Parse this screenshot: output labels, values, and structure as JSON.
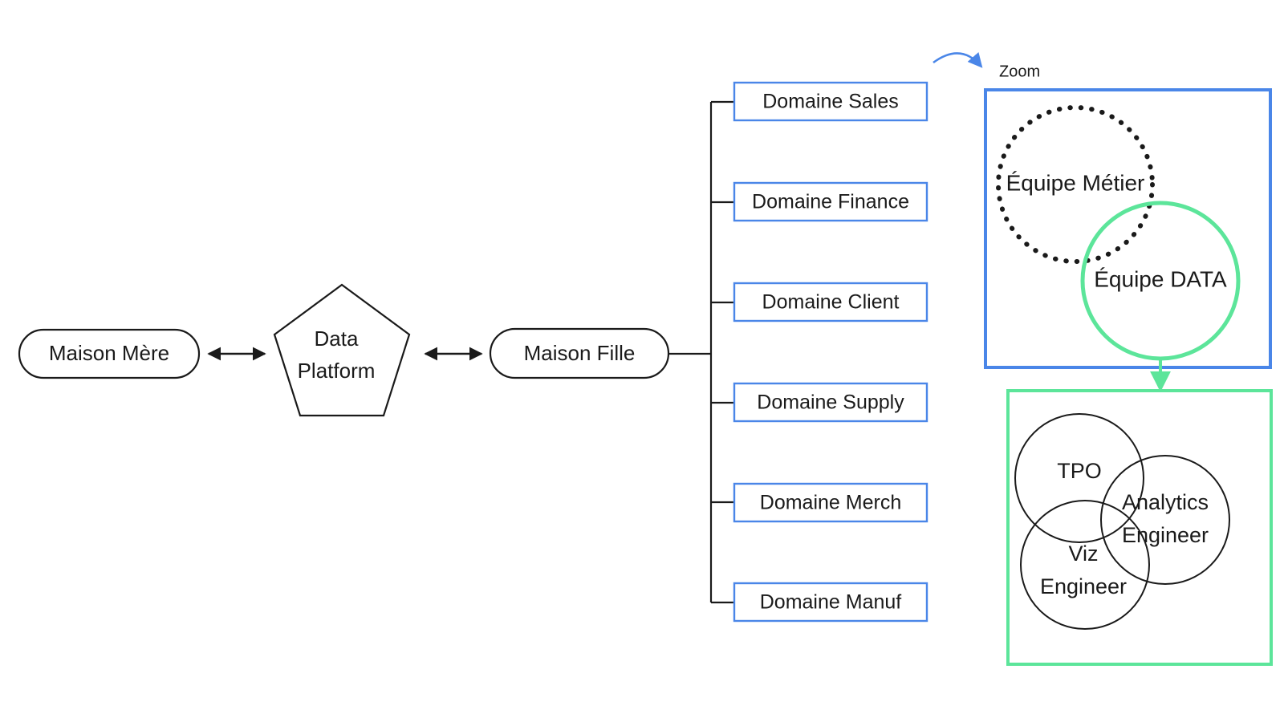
{
  "diagram": {
    "title": "Organisation Data - Maison Mere / Maison Fille",
    "colors": {
      "blue": "#4a86e8",
      "green": "#5ce59a",
      "black": "#1a1a1a",
      "white": "#ffffff"
    }
  },
  "flow": {
    "maison_mere": {
      "label": "Maison Mère",
      "shape": "rounded-pill"
    },
    "data_platform": {
      "label_line1": "Data",
      "label_line2": "Platform",
      "shape": "pentagon"
    },
    "maison_fille": {
      "label": "Maison Fille",
      "shape": "rounded-pill"
    },
    "connector_1": {
      "type": "double-arrow"
    },
    "connector_2": {
      "type": "double-arrow"
    }
  },
  "domains": {
    "items": [
      {
        "label": "Domaine Sales"
      },
      {
        "label": "Domaine Finance"
      },
      {
        "label": "Domaine Client"
      },
      {
        "label": "Domaine Supply"
      },
      {
        "label": "Domaine Merch"
      },
      {
        "label": "Domaine Manuf"
      }
    ]
  },
  "zoom": {
    "caption": "Zoom",
    "panel_teams": {
      "border_color": "#4a86e8",
      "circles": [
        {
          "label": "Équipe Métier",
          "style": "dotted",
          "color": "#1a1a1a"
        },
        {
          "label": "Équipe DATA",
          "style": "solid",
          "color": "#5ce59a"
        }
      ]
    },
    "panel_roles": {
      "border_color": "#5ce59a",
      "circles": [
        {
          "label": "TPO",
          "style": "solid",
          "color": "#1a1a1a"
        },
        {
          "label_line1": "Analytics",
          "label_line2": "Engineer",
          "style": "solid",
          "color": "#1a1a1a"
        },
        {
          "label_line1": "Viz",
          "label_line2": "Engineer",
          "style": "solid",
          "color": "#1a1a1a"
        }
      ]
    }
  }
}
